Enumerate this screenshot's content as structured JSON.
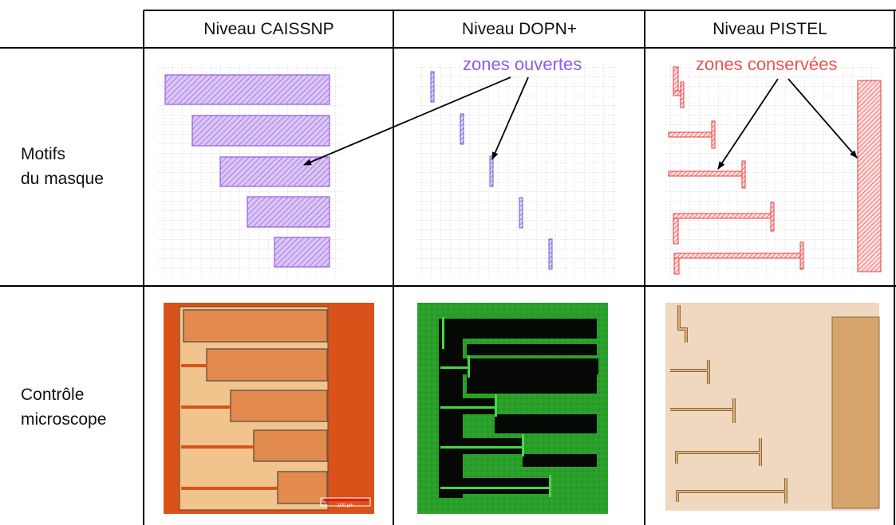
{
  "headers": [
    "Niveau CAISSNP",
    "Niveau DOPN+",
    "Niveau PISTEL"
  ],
  "rows": {
    "mask": [
      "Motifs",
      "du masque"
    ],
    "microscope": [
      "Contrôle",
      "microscope"
    ]
  },
  "annotations": {
    "dopn": "zones ouvertes",
    "pistel": "zones conservées"
  },
  "scalebar": "100 µm",
  "colors": {
    "caissnp": "#9a5ae0",
    "dopn": "#6a55d8",
    "pistel": "#ee3b3b",
    "annot_dopn": "#8a5cf0",
    "annot_pistel": "#f05050",
    "grid": "#bdbdbd"
  }
}
